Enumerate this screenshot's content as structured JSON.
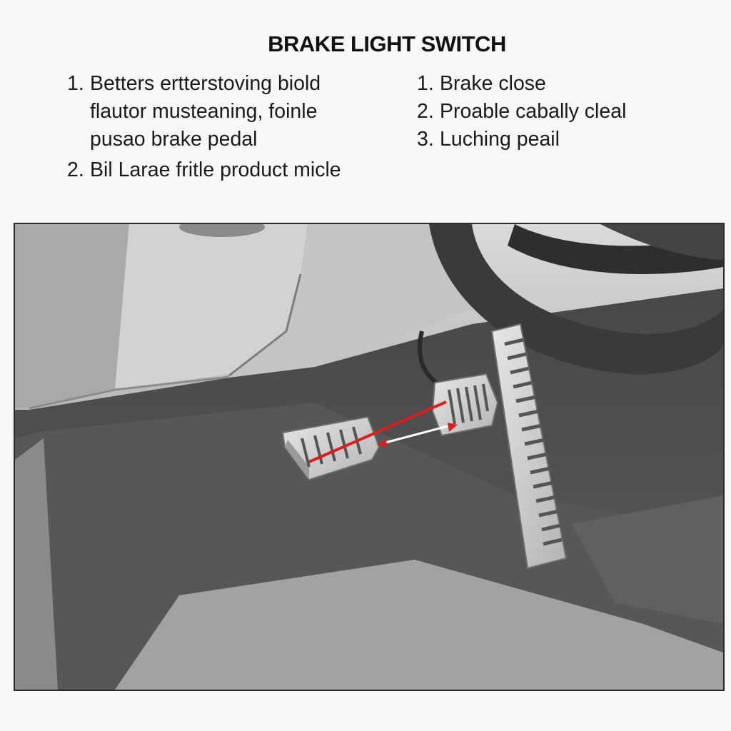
{
  "title": "BRAKE LIGHT SWITCH",
  "left_list": [
    {
      "number": "1.",
      "lines": [
        "Betters ertterstoving biold",
        "flautor musteaning, foinle",
        "pusao brake pedal"
      ]
    },
    {
      "number": "2.",
      "lines": [
        "Bil Larae fritle product micle"
      ]
    }
  ],
  "right_list": [
    {
      "number": "1.",
      "text": "Brake close"
    },
    {
      "number": "2.",
      "text": "Proable cabally cleal"
    },
    {
      "number": "3.",
      "text": "Luching peail"
    }
  ],
  "colors": {
    "background": "#f7f7f7",
    "dashboard": "#cfcfcf",
    "floor": "#4d4d4d",
    "pedal": "#d6d6d6",
    "indicator_arrow": "#d92020",
    "steering_wheel": "#3a3a3a"
  }
}
